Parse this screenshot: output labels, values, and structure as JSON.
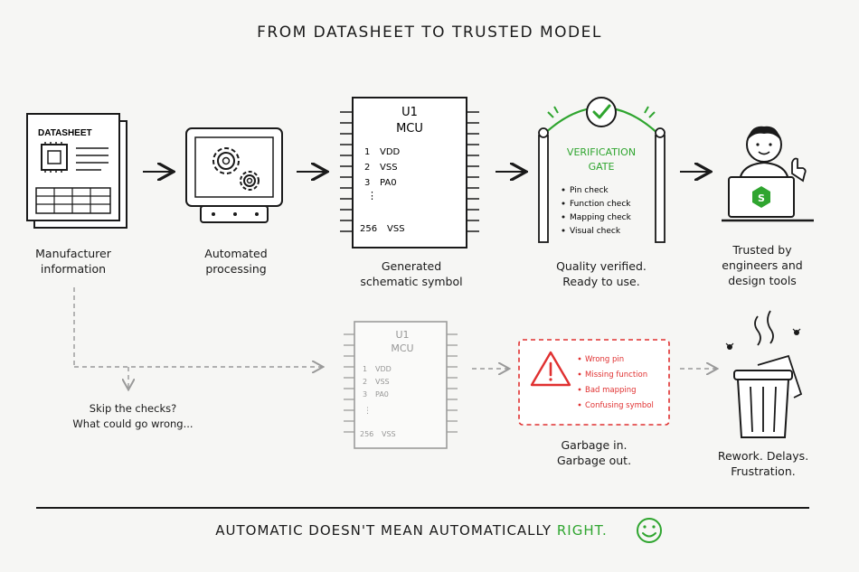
{
  "title": "FROM DATASHEET TO TRUSTED MODEL",
  "datasheet": {
    "label": "DATASHEET",
    "caption_l1": "Manufacturer",
    "caption_l2": "information"
  },
  "processing": {
    "caption_l1": "Automated",
    "caption_l2": "processing"
  },
  "symbol": {
    "ref": "U1",
    "name": "MCU",
    "pins": [
      {
        "num": "1",
        "name": "VDD"
      },
      {
        "num": "2",
        "name": "VSS"
      },
      {
        "num": "3",
        "name": "PA0"
      }
    ],
    "last_pin": {
      "num": "256",
      "name": "VSS"
    },
    "caption_l1": "Generated",
    "caption_l2": "schematic symbol"
  },
  "gate": {
    "title_l1": "VERIFICATION",
    "title_l2": "GATE",
    "checks": [
      "Pin check",
      "Function check",
      "Mapping check",
      "Visual check"
    ],
    "caption_l1": "Quality verified.",
    "caption_l2": "Ready to use."
  },
  "engineer": {
    "caption_l1": "Trusted by",
    "caption_l2": "engineers and",
    "caption_l3": "design tools"
  },
  "skip": {
    "l1": "Skip the checks?",
    "l2": "What could go wrong..."
  },
  "bad_symbol": {
    "ref": "U1",
    "name": "MCU",
    "pins": [
      {
        "num": "1",
        "name": "VDD"
      },
      {
        "num": "2",
        "name": "VSS"
      },
      {
        "num": "3",
        "name": "PA0"
      }
    ],
    "last_pin": {
      "num": "256",
      "name": "VSS"
    }
  },
  "errors": {
    "items": [
      "Wrong pin",
      "Missing function",
      "Bad mapping",
      "Confusing symbol"
    ],
    "caption_l1": "Garbage in.",
    "caption_l2": "Garbage out."
  },
  "trash": {
    "caption_l1": "Rework. Delays.",
    "caption_l2": "Frustration."
  },
  "footer": {
    "text": "AUTOMATIC DOESN'T MEAN AUTOMATICALLY",
    "accent": "RIGHT."
  },
  "colors": {
    "accent_green": "#2fa52f",
    "error_red": "#e03030",
    "ink": "#1a1a1a",
    "muted": "#8a8a8a"
  }
}
